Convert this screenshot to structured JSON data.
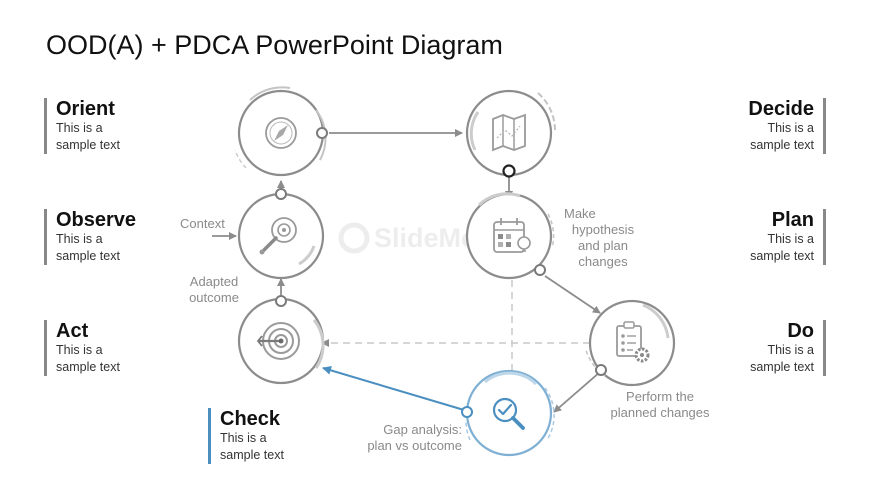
{
  "title": "OOD(A) + PDCA PowerPoint Diagram",
  "steps": {
    "orient": {
      "heading": "Orient",
      "text": [
        "This is a",
        "sample text"
      ]
    },
    "observe": {
      "heading": "Observe",
      "text": [
        "This is a",
        "sample text"
      ]
    },
    "act": {
      "heading": "Act",
      "text": [
        "This is a",
        "sample text"
      ]
    },
    "check": {
      "heading": "Check",
      "text": [
        "This is a",
        "sample text"
      ]
    },
    "decide": {
      "heading": "Decide",
      "text": [
        "This is a",
        "sample text"
      ]
    },
    "plan": {
      "heading": "Plan",
      "text": [
        "This is a",
        "sample text"
      ]
    },
    "do": {
      "heading": "Do",
      "text": [
        "This is a",
        "sample text"
      ]
    }
  },
  "notes": {
    "context": "Context",
    "adapted": [
      "Adapted",
      "outcome"
    ],
    "hypothesis": [
      "Make",
      "hypothesis",
      "and plan",
      "changes"
    ],
    "perform": [
      "Perform the",
      "planned changes"
    ],
    "gap": [
      "Gap analysis:",
      "plan vs outcome"
    ]
  },
  "watermark": "SlideModel",
  "colors": {
    "accent": "#4a8fc0",
    "gray": "#8c8c8c"
  },
  "icons": [
    "compass-icon",
    "map-icon",
    "target-icon",
    "calendar-icon",
    "bullseye-icon",
    "clipboard-gear-icon",
    "magnifier-check-icon"
  ]
}
